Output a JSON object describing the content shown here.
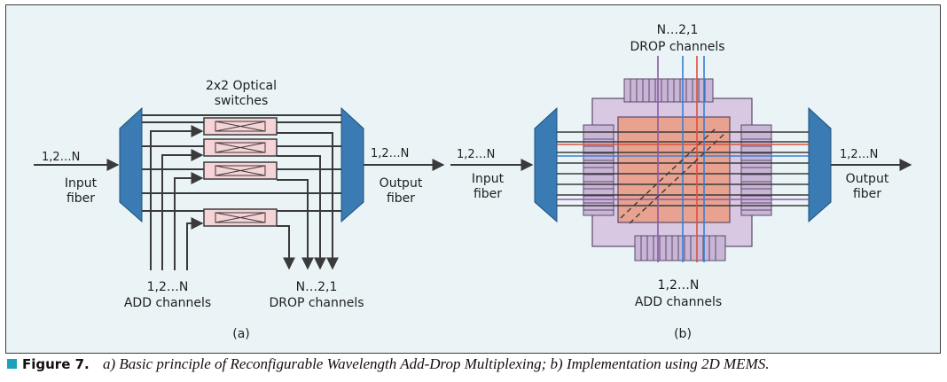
{
  "colors": {
    "panel_bg": "#eaf4f6",
    "demux": "#3a7bb4",
    "switch_fill": "#f6d3d6",
    "line": "#3a3a3a",
    "mems_outer": "#d8c8e2",
    "mems_core": "#e8a28f",
    "channel_purple": "#8b5aa8",
    "channel_blue": "#3a7fd0",
    "channel_red": "#d9533b",
    "caption_square": "#1aa2bd"
  },
  "panel_a": {
    "switches_label_line1": "2x2 Optical",
    "switches_label_line2": "switches",
    "input_channels": "1,2…N",
    "input_line1": "Input",
    "input_line2": "fiber",
    "output_channels": "1,2…N",
    "output_line1": "Output",
    "output_line2": "fiber",
    "add_line1": "1,2…N",
    "add_line2": "ADD channels",
    "drop_line1": "N…2,1",
    "drop_line2": "DROP channels",
    "sublabel": "(a)"
  },
  "panel_b": {
    "drop_line1": "N…2,1",
    "drop_line2": "DROP channels",
    "input_channels": "1,2…N",
    "input_line1": "Input",
    "input_line2": "fiber",
    "output_channels": "1,2…N",
    "output_line1": "Output",
    "output_line2": "fiber",
    "add_line1": "1,2…N",
    "add_line2": "ADD channels",
    "sublabel": "(b)"
  },
  "caption": {
    "figure": "Figure 7.",
    "text": "a) Basic principle of Reconfigurable Wavelength Add-Drop Multiplexing; b) Implementation using 2D MEMS."
  }
}
